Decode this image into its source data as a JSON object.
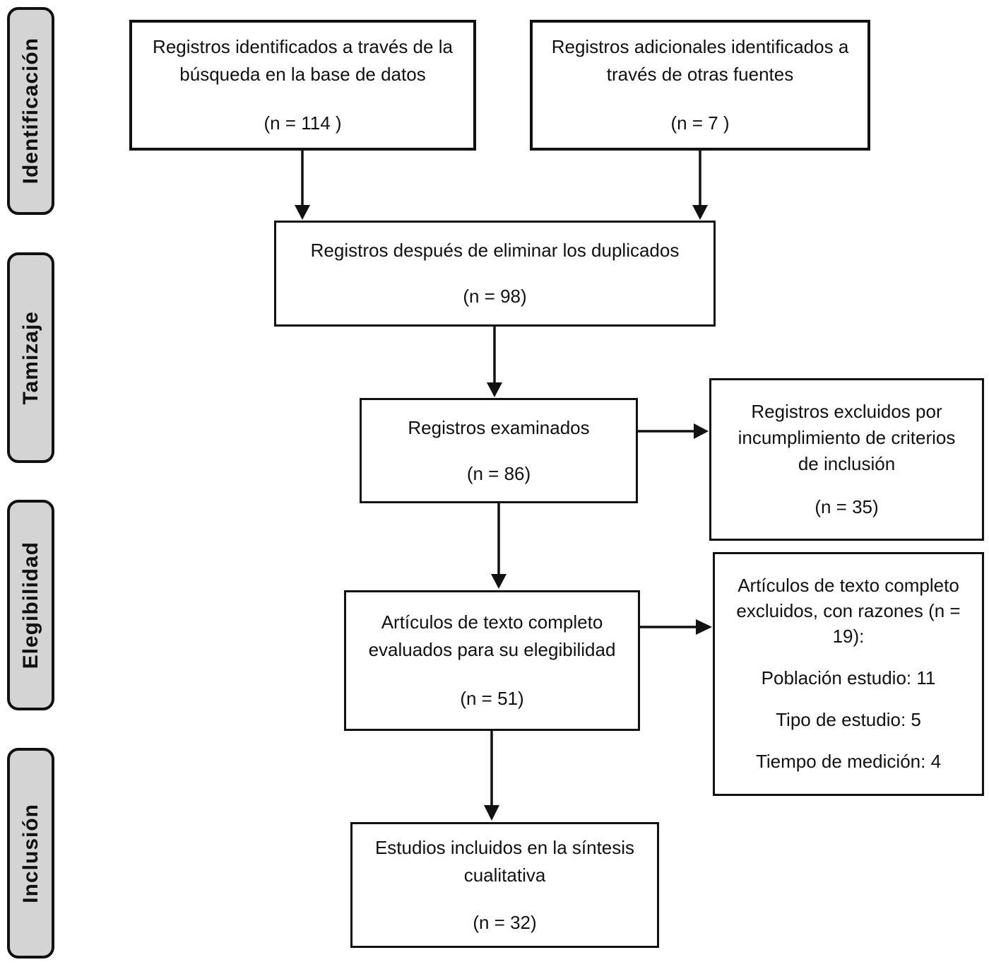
{
  "diagram": {
    "stages": [
      {
        "label": "Identificación"
      },
      {
        "label": "Tamizaje"
      },
      {
        "label": "Elegibilidad"
      },
      {
        "label": "Inclusión"
      }
    ],
    "boxes": {
      "identified_db": {
        "label": "Registros identificados a través de la búsqueda en la base de datos",
        "n": "(n = 114 )"
      },
      "identified_other": {
        "label": "Registros adicionales identificados a través de otras fuentes",
        "n": "(n = 7 )"
      },
      "after_duplicates": {
        "label": "Registros después de eliminar los duplicados",
        "n": "(n = 98)"
      },
      "screened": {
        "label": "Registros examinados",
        "n": "(n = 86)"
      },
      "excluded_screening": {
        "label": "Registros excluidos por incumplimiento de criterios de inclusión",
        "n": "(n = 35)"
      },
      "fulltext": {
        "label": "Artículos de texto completo evaluados para su elegibilidad",
        "n": "(n = 51)"
      },
      "fulltext_excluded": {
        "title": "Artículos de texto completo excluidos, con razones (n = 19):",
        "reasons": [
          "Población estudio: 11",
          "Tipo de estudio: 5",
          "Tiempo de medición: 4"
        ]
      },
      "included": {
        "label": "Estudios incluidos en la síntesis cualitativa",
        "n": "(n = 32)"
      }
    },
    "colors": {
      "stage_fill": "#d4d4d4",
      "box_border": "#111111",
      "background": "#ffffff"
    }
  }
}
